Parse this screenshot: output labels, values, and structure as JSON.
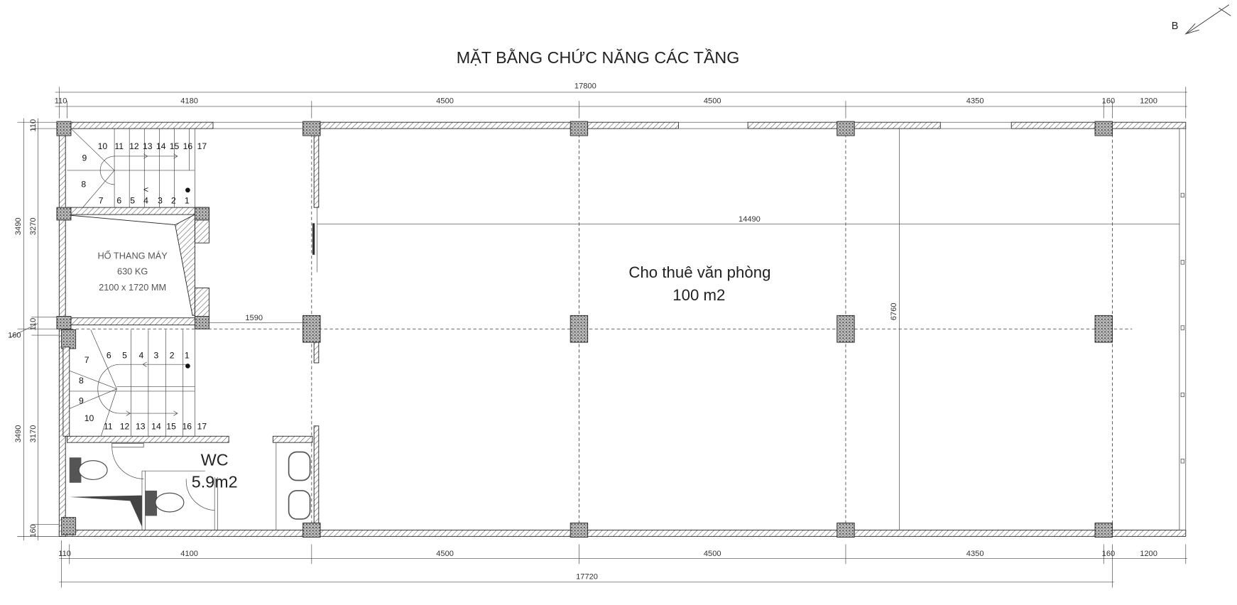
{
  "title": "MẶT BẰNG CHỨC NĂNG CÁC TẦNG",
  "north_label": "B",
  "dims_top": {
    "total": "17800",
    "segments": [
      "110",
      "4180",
      "4500",
      "4500",
      "4350",
      "160",
      "1200"
    ]
  },
  "dims_bottom": {
    "total": "17720",
    "segments": [
      "110",
      "4100",
      "4500",
      "4500",
      "4350",
      "160",
      "1200"
    ]
  },
  "dims_left": {
    "outer": [
      "3490",
      "3490"
    ],
    "inner": [
      "110",
      "3270",
      "110",
      "160",
      "3170",
      "160"
    ]
  },
  "dims_inner": {
    "width_main": "14490",
    "depth_main": "6760",
    "corridor": "1590"
  },
  "elevator": {
    "line1": "HỐ THANG MÁY",
    "line2": "630 KG",
    "line3": "2100 x 1720 MM"
  },
  "office": {
    "name": "Cho thuê văn phòng",
    "area": "100 m2"
  },
  "wc": {
    "name": "WC",
    "area": "5.9m2"
  },
  "stair_top": {
    "upper": [
      "10",
      "11",
      "12",
      "13",
      "14",
      "15",
      "16",
      "17"
    ],
    "left": [
      "9",
      "8"
    ],
    "lower": [
      "7",
      "6",
      "5",
      "4",
      "3",
      "2",
      "1"
    ],
    "marker": "<"
  },
  "stair_bottom": {
    "upper": [
      "6",
      "5",
      "4",
      "3",
      "2",
      "1"
    ],
    "left": [
      "7",
      "8",
      "9",
      "10"
    ],
    "lower": [
      "11",
      "12",
      "13",
      "14",
      "15",
      "16",
      "17"
    ]
  }
}
